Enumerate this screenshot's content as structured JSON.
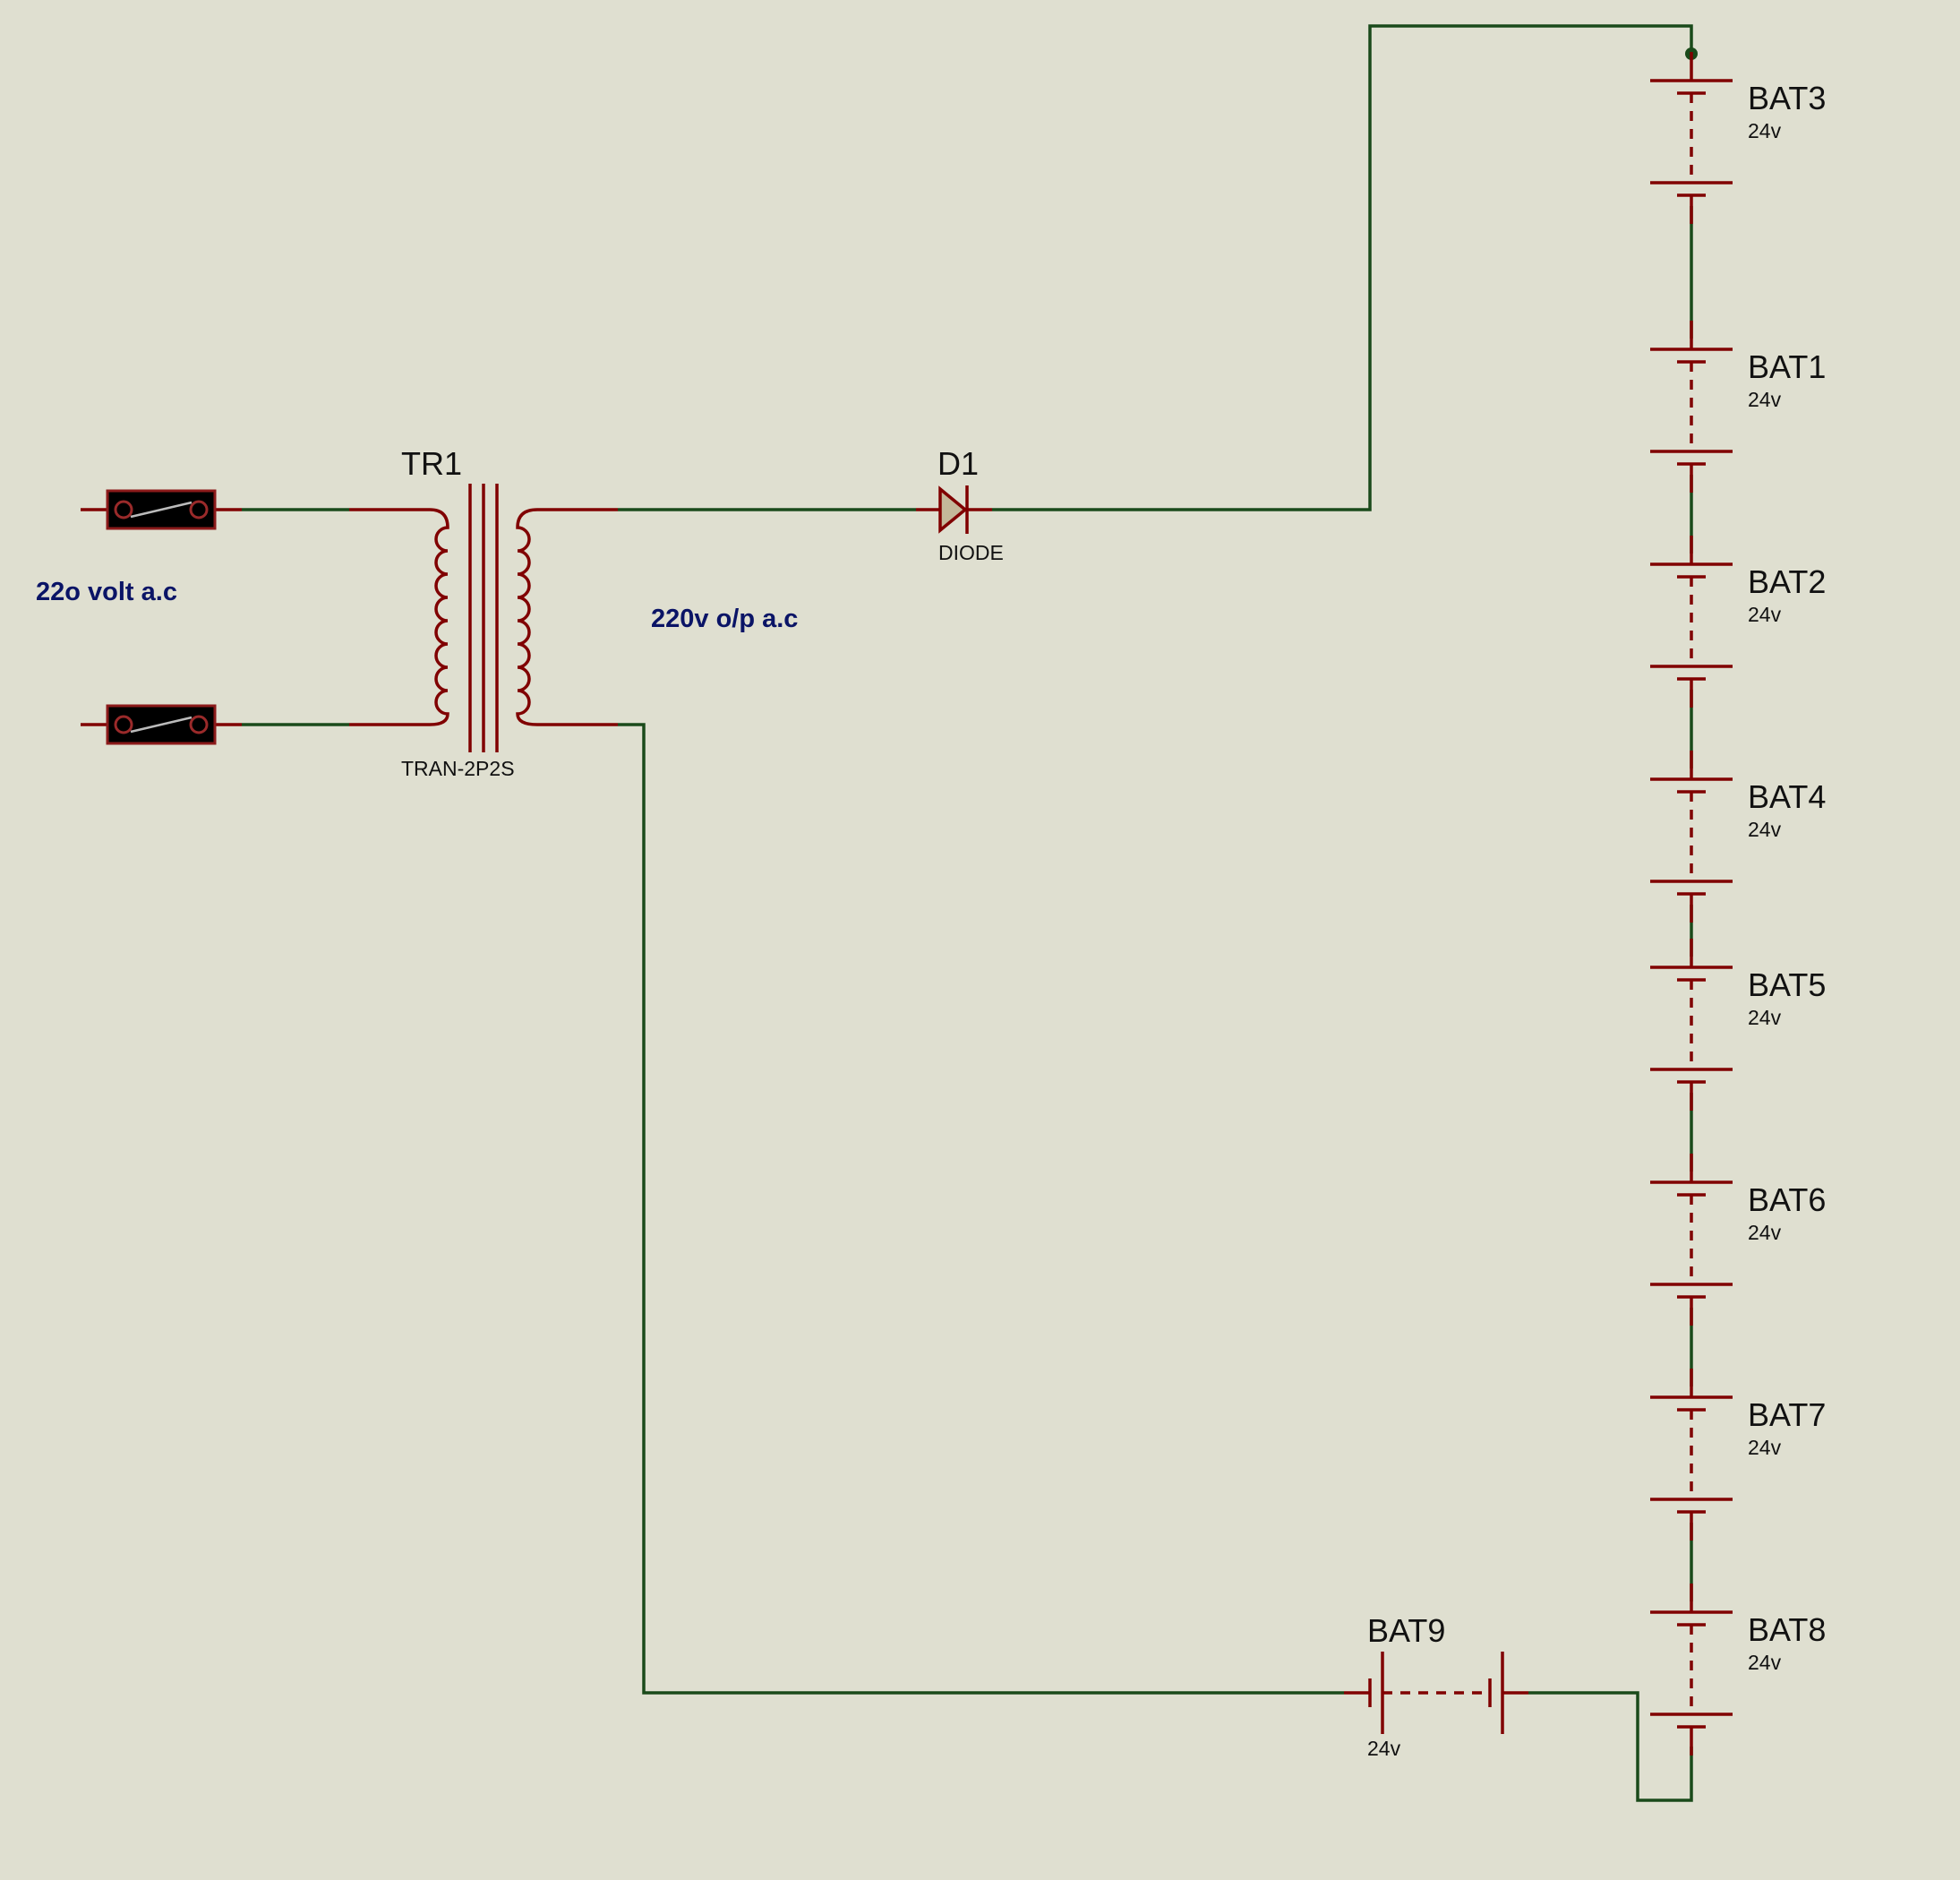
{
  "transformer": {
    "ref": "TR1",
    "part": "TRAN-2P2S"
  },
  "diode": {
    "ref": "D1",
    "part": "DIODE"
  },
  "notes": {
    "input": "22o volt a.c",
    "output": "220v o/p a.c"
  },
  "batteries": [
    {
      "ref": "BAT3",
      "value": "24v"
    },
    {
      "ref": "BAT1",
      "value": "24v"
    },
    {
      "ref": "BAT2",
      "value": "24v"
    },
    {
      "ref": "BAT4",
      "value": "24v"
    },
    {
      "ref": "BAT5",
      "value": "24v"
    },
    {
      "ref": "BAT6",
      "value": "24v"
    },
    {
      "ref": "BAT7",
      "value": "24v"
    },
    {
      "ref": "BAT8",
      "value": "24v"
    },
    {
      "ref": "BAT9",
      "value": "24v"
    }
  ],
  "colors": {
    "background": "#dfdfd0",
    "wire": "#1a4a1a",
    "component": "#800000",
    "note": "#0a1466"
  }
}
